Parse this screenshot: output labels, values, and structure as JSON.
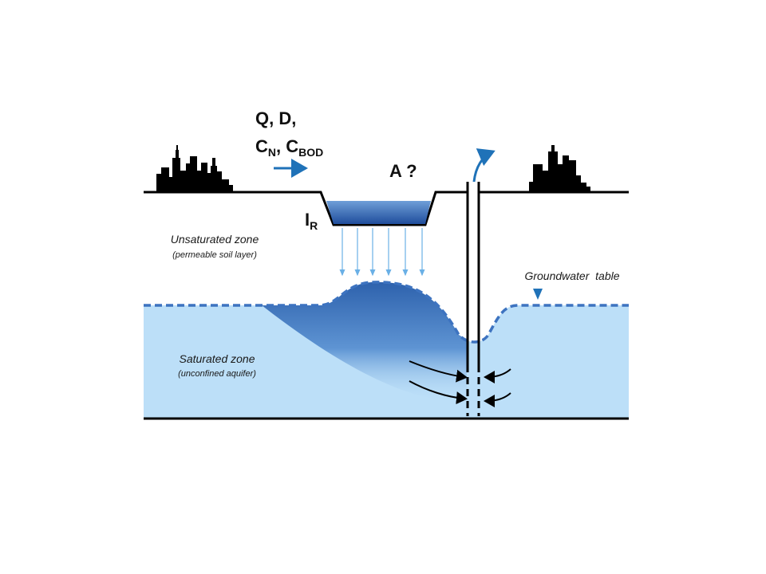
{
  "labels": {
    "q": "Q, D,",
    "c_n_base": "C",
    "c_n_sub": "N",
    "c_sep": ", ",
    "c_bod_base": "C",
    "c_bod_sub": "BOD",
    "area": "A ?",
    "ir_base": "I",
    "ir_sub": "R",
    "unsat_title": "Unsaturated zone",
    "unsat_sub": "(permeable soil layer)",
    "sat_title": "Saturated zone",
    "sat_sub": "(unconfined aquifer)",
    "gw_table": "Groundwater  table"
  },
  "colors": {
    "aquifer": "#bcdff8",
    "mound_dark": "#2e62ad",
    "dash": "#3d73c0",
    "arrow_blue": "#1f72b8",
    "pond_top": "#6f9fd8",
    "pond_bottom": "#1f4d9c",
    "infiltration": "#6ab0e6",
    "skyline": "#000000"
  },
  "icons": {
    "left_city": "city-skyline-icon",
    "right_city": "city-skyline-icon",
    "water_table": "inverted-triangle-icon"
  }
}
